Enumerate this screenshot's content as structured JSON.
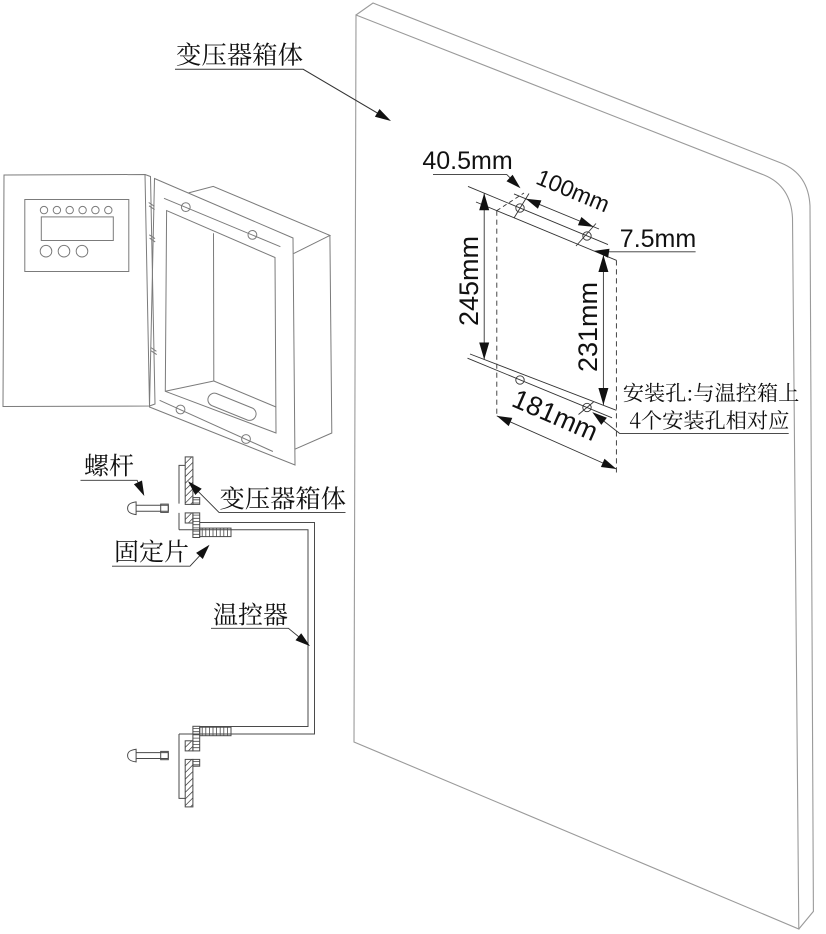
{
  "diagram": {
    "type": "technical-installation-diagram",
    "background_color": "#ffffff",
    "line_color": "#4a4a4a",
    "text_color": "#111111",
    "labels": {
      "transformer_box_top": "变压器箱体",
      "screw_rod": "螺杆",
      "transformer_box_section": "变压器箱体",
      "fixing_piece": "固定片",
      "temp_controller": "温控器",
      "mounting_note_line1": "安装孔:与温控箱上",
      "mounting_note_line2": "4个安装孔相对应"
    },
    "dimensions": {
      "hole_left_offset": "40.5mm",
      "hole_spacing_horizontal": "100mm",
      "hole_top_offset": "7.5mm",
      "opening_height": "245mm",
      "hole_spacing_vertical": "231mm",
      "opening_width": "181mm"
    }
  }
}
